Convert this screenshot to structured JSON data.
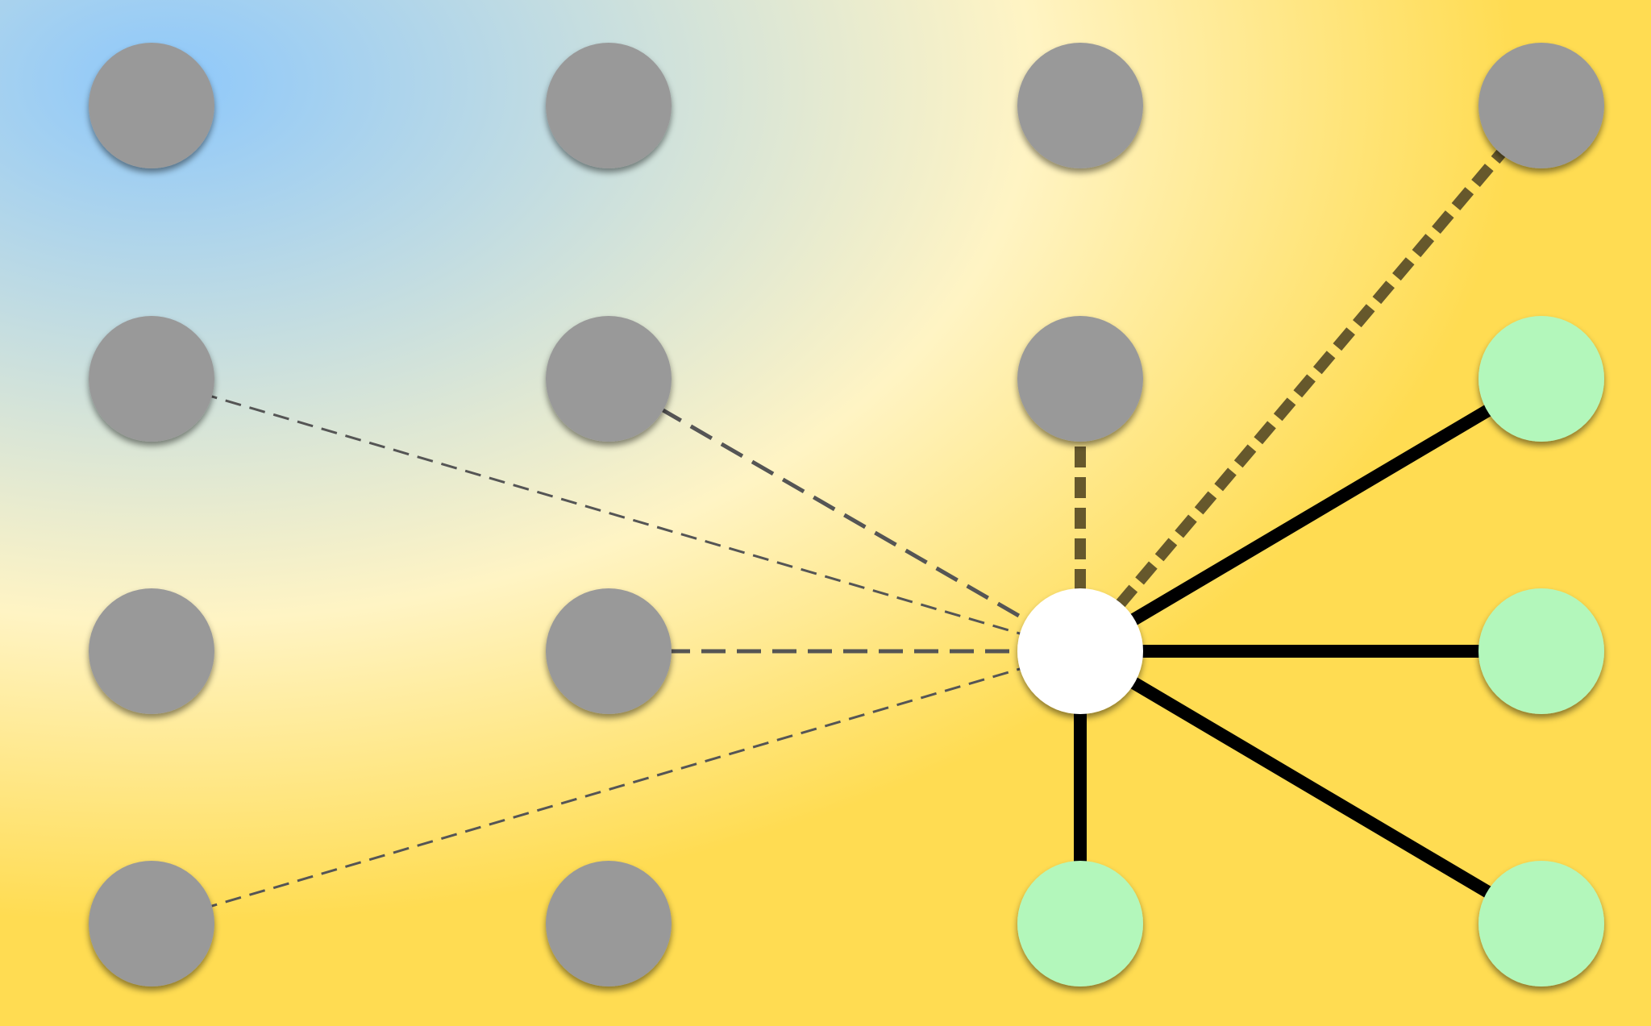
{
  "diagram": {
    "colors": {
      "background_left": "#8ec8fb",
      "background_mid": "#fff4c4",
      "background_right": "#ffdc52",
      "node_inactive": "#999999",
      "node_connected": "#b3f7bb",
      "node_center": "#ffffff",
      "edge_solid": "#000000",
      "edge_dark_dashed": "#66582c",
      "edge_light_dashed": "#555555"
    },
    "nodes": [
      {
        "id": "r1c1",
        "state": "inactive"
      },
      {
        "id": "r1c2",
        "state": "inactive"
      },
      {
        "id": "r1c3",
        "state": "inactive"
      },
      {
        "id": "r1c4",
        "state": "inactive"
      },
      {
        "id": "r2c1",
        "state": "inactive"
      },
      {
        "id": "r2c2",
        "state": "inactive"
      },
      {
        "id": "r2c3",
        "state": "inactive"
      },
      {
        "id": "r2c4",
        "state": "connected"
      },
      {
        "id": "r3c1",
        "state": "inactive"
      },
      {
        "id": "r3c2",
        "state": "inactive"
      },
      {
        "id": "r3c3",
        "state": "center"
      },
      {
        "id": "r3c4",
        "state": "connected"
      },
      {
        "id": "r4c1",
        "state": "inactive"
      },
      {
        "id": "r4c2",
        "state": "inactive"
      },
      {
        "id": "r4c3",
        "state": "connected"
      },
      {
        "id": "r4c4",
        "state": "connected"
      }
    ],
    "edges": [
      {
        "from": "r3c3",
        "to": "r2c4",
        "style": "solid"
      },
      {
        "from": "r3c3",
        "to": "r3c4",
        "style": "solid"
      },
      {
        "from": "r3c3",
        "to": "r4c4",
        "style": "solid"
      },
      {
        "from": "r3c3",
        "to": "r4c3",
        "style": "solid"
      },
      {
        "from": "r3c3",
        "to": "r1c4",
        "style": "dark-dashed"
      },
      {
        "from": "r3c3",
        "to": "r2c3",
        "style": "dark-dashed"
      },
      {
        "from": "r3c3",
        "to": "r2c2",
        "style": "dashed"
      },
      {
        "from": "r3c3",
        "to": "r3c2",
        "style": "dashed"
      },
      {
        "from": "r3c3",
        "to": "r2c1",
        "style": "thin-dashed"
      },
      {
        "from": "r3c3",
        "to": "r4c1",
        "style": "thin-dashed"
      }
    ]
  }
}
